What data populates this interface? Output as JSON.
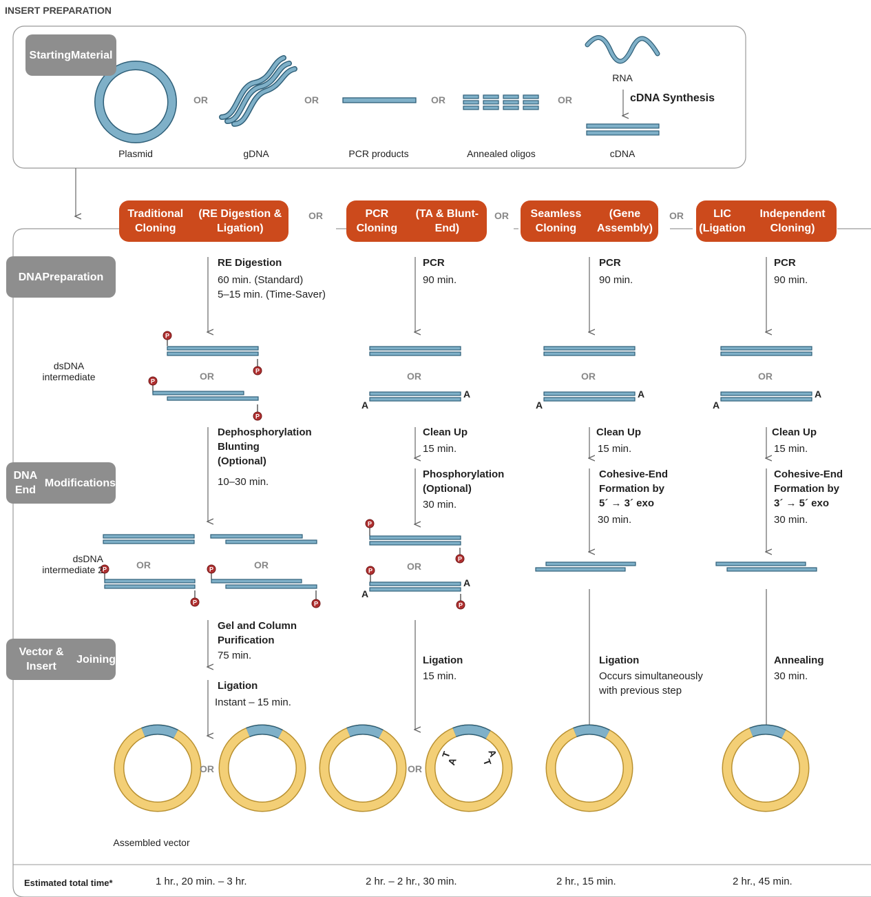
{
  "header": {
    "title": "INSERT PREPARATION"
  },
  "starting_material": {
    "label_line1": "Starting",
    "label_line2": "Material",
    "items": [
      "Plasmid",
      "gDNA",
      "PCR products",
      "Annealed oligos",
      "cDNA"
    ],
    "rna_label": "RNA",
    "cdna_synthesis": "cDNA Synthesis",
    "or": "OR"
  },
  "stages": {
    "dna_prep": [
      "DNA",
      "Preparation"
    ],
    "end_mod": [
      "DNA End",
      "Modifications"
    ],
    "joining": [
      "Vector & Insert",
      "Joining"
    ]
  },
  "side_labels": {
    "dsdna1": [
      "dsDNA",
      "intermediate"
    ],
    "dsdna2": [
      "dsDNA",
      "intermediate 2"
    ],
    "assembled": "Assembled vector"
  },
  "methods": [
    {
      "title": [
        "Traditional Cloning",
        "(RE Digestion & Ligation)"
      ],
      "step1_title": "RE Digestion",
      "step1_lines": [
        "60 min. (Standard)",
        "5–15 min. (Time-Saver)"
      ],
      "step2_title": [
        "Dephosphorylation",
        "Blunting",
        "(Optional)"
      ],
      "step2_time": "10–30 min.",
      "step3_title": [
        "Gel and Column",
        "Purification"
      ],
      "step3_time": "75 min.",
      "step4_title": "Ligation",
      "step4_time": "Instant – 15 min.",
      "total": "1 hr., 20 min. – 3 hr."
    },
    {
      "title": [
        "PCR Cloning",
        "(TA  & Blunt-End)"
      ],
      "step1_title": "PCR",
      "step1_time": "90 min.",
      "step2_title": "Clean Up",
      "step2_time": "15 min.",
      "step3_title": [
        "Phosphorylation",
        "(Optional)"
      ],
      "step3_time": "30 min.",
      "step4_title": "Ligation",
      "step4_time": "15 min.",
      "total": "2 hr. – 2 hr., 30 min."
    },
    {
      "title": [
        "Seamless Cloning",
        "(Gene Assembly)"
      ],
      "step1_title": "PCR",
      "step1_time": "90 min.",
      "step2_title": "Clean Up",
      "step2_time": "15 min.",
      "step3_title": [
        "Cohesive-End",
        "Formation by",
        "5´ → 3´ exo"
      ],
      "step3_time": "30 min.",
      "step4_title": "Ligation",
      "step4_lines": [
        "Occurs simultaneously",
        "with previous step"
      ],
      "total": "2 hr., 15 min."
    },
    {
      "title": [
        "LIC (Ligation",
        "Independent Cloning)"
      ],
      "step1_title": "PCR",
      "step1_time": "90 min.",
      "step2_title": "Clean Up",
      "step2_time": "15 min.",
      "step3_title": [
        "Cohesive-End",
        "Formation by",
        "3´ → 5´ exo"
      ],
      "step3_time": "30 min.",
      "step4_title": "Annealing",
      "step4_time": "30 min.",
      "total": "2 hr., 45 min."
    }
  ],
  "glyphs": {
    "a": "A",
    "t": "T",
    "p": "P"
  },
  "footer": {
    "label": "Estimated total time*"
  },
  "colors": {
    "dna": "#7fb0c8",
    "dna_stroke": "#2f5f78",
    "vector": "#f3cf76",
    "orange": "#cc4a1c",
    "gray": "#8e8e8e",
    "phosphate": "#b03030"
  }
}
